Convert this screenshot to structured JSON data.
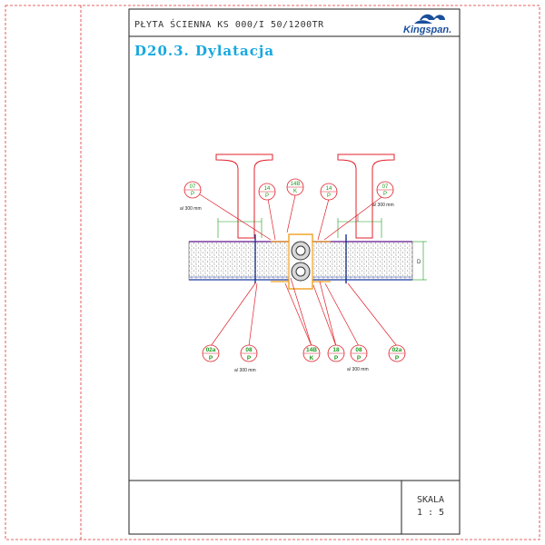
{
  "title_block": {
    "title": "PŁYTA ŚCIENNA KS 000/I 50/1200TR",
    "brand": "Kingspan.",
    "scale_label": "SKALA",
    "scale_value": "1 : 5"
  },
  "section": {
    "title": "D20.3.  Dylatacja"
  },
  "callouts_top": [
    {
      "id": "c07L",
      "top": "07",
      "bottom": "P"
    },
    {
      "id": "c14L",
      "top": "14",
      "bottom": "P"
    },
    {
      "id": "c14B",
      "top": "14B",
      "bottom": "K"
    },
    {
      "id": "c14R",
      "top": "14",
      "bottom": "P"
    },
    {
      "id": "c07R",
      "top": "07",
      "bottom": "P"
    }
  ],
  "callouts_bottom": [
    {
      "id": "c02aL",
      "top": "02a",
      "bottom": "P"
    },
    {
      "id": "c08L",
      "top": "08",
      "bottom": "P"
    },
    {
      "id": "c14Bb",
      "top": "14B",
      "bottom": "K"
    },
    {
      "id": "c18",
      "top": "18",
      "bottom": "P"
    },
    {
      "id": "c08R",
      "top": "08",
      "bottom": "P"
    },
    {
      "id": "c02aR",
      "top": "02a",
      "bottom": "P"
    }
  ],
  "spacing_notes": {
    "top_left": "a/ 300 mm",
    "top_right": "a/ 300 mm",
    "bottom_left": "a/ 300 mm",
    "bottom_right": "a/ 300 mm"
  },
  "dimension_label": "D",
  "colors": {
    "callout": "#e0202a",
    "callout_text": "#1a9a1a",
    "title": "#16a8e0",
    "frame": "#222222",
    "border_dashed": "#e03030",
    "steel": "#e0202a",
    "sealant": "#f0a020",
    "gasket": "#bbbbbb",
    "panel_top_face": "#7a3aa0",
    "panel_bottom_face": "#1a3aa0",
    "dimension": "#1a9a1a"
  }
}
